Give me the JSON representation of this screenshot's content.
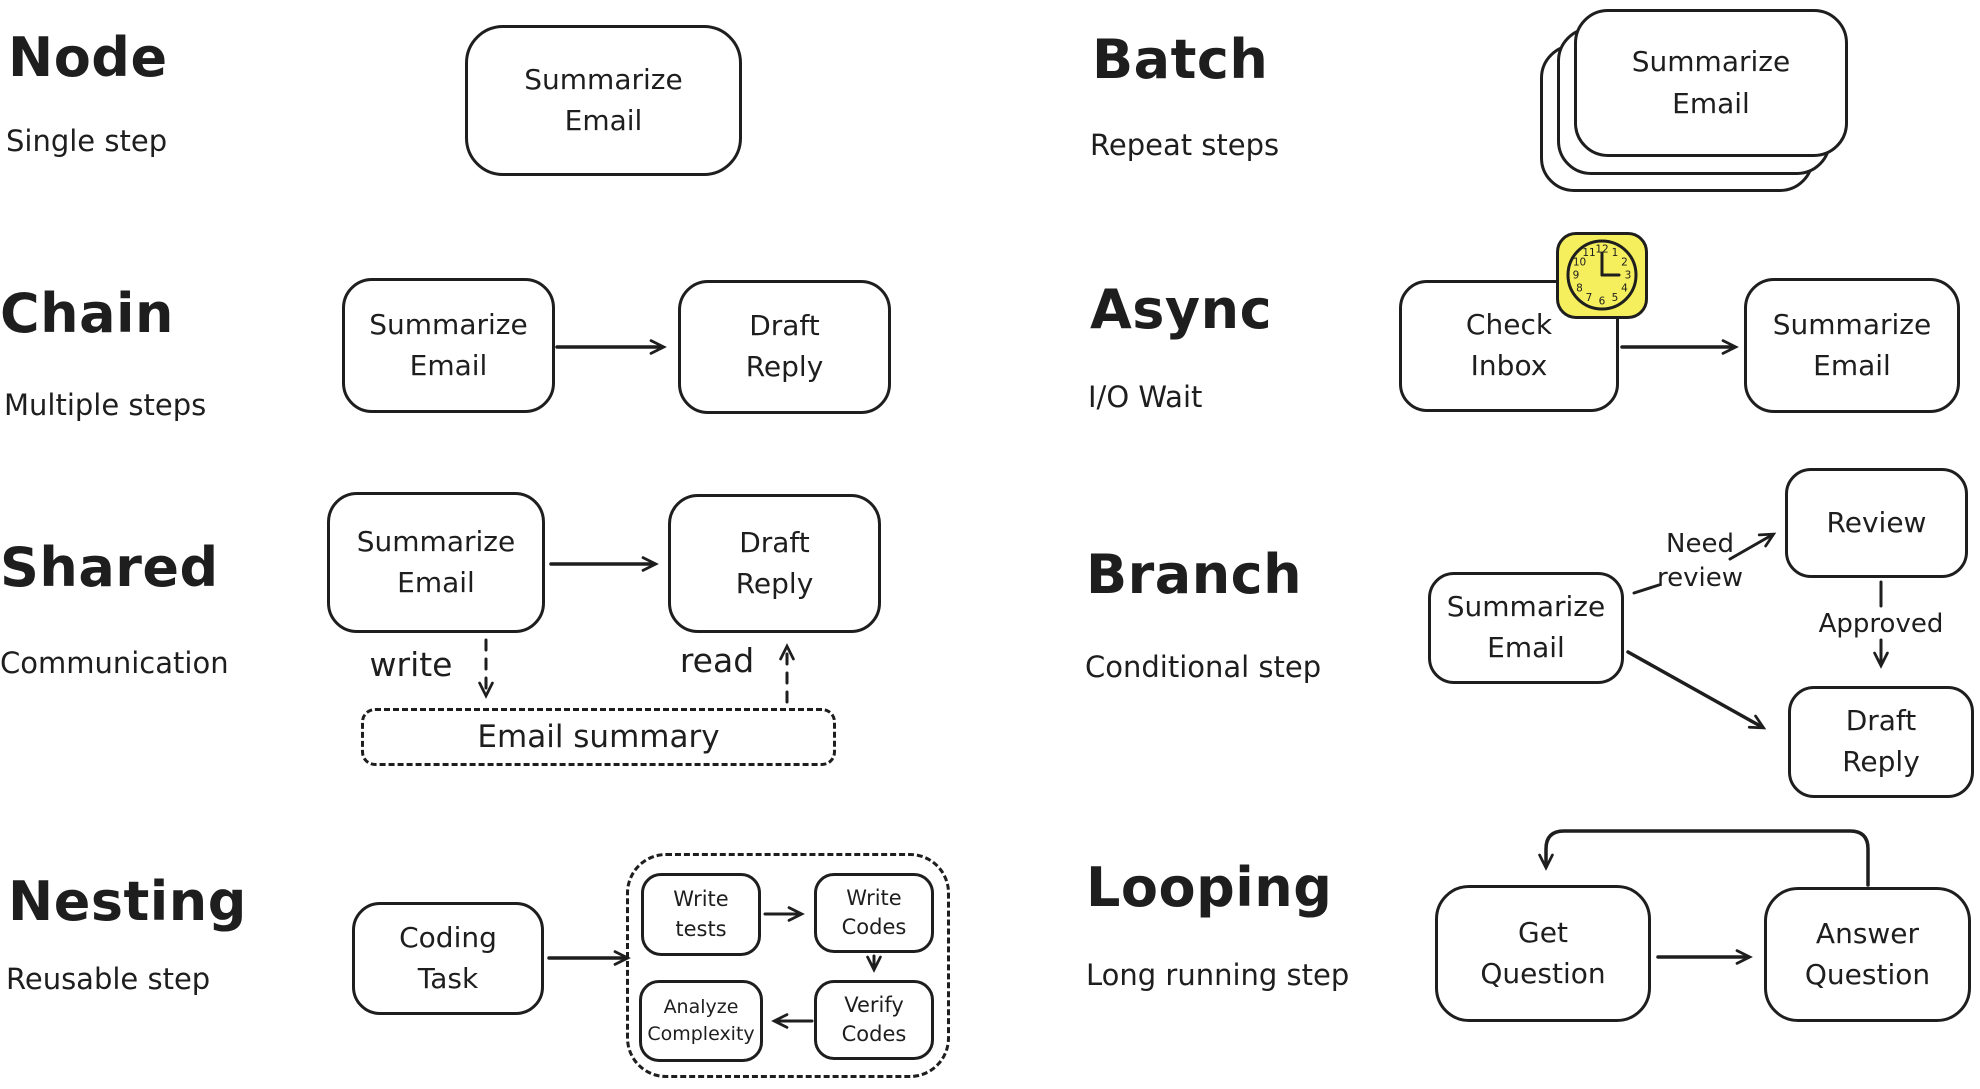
{
  "canvas": {
    "background": "#ffffff",
    "ink": "#1e1e1e"
  },
  "node": {
    "title": "Node",
    "subtitle": "Single step",
    "box1": "Summarize\nEmail"
  },
  "chain": {
    "title": "Chain",
    "subtitle": "Multiple steps",
    "box1": "Summarize\nEmail",
    "box2": "Draft\nReply"
  },
  "shared": {
    "title": "Shared",
    "subtitle": "Communication",
    "box1": "Summarize\nEmail",
    "box2": "Draft\nReply",
    "store": "Email summary",
    "write_label": "write",
    "read_label": "read"
  },
  "nesting": {
    "title": "Nesting",
    "subtitle": "Reusable step",
    "box1": "Coding\nTask",
    "sub1": "Write\ntests",
    "sub2": "Write\nCodes",
    "sub3": "Verify\nCodes",
    "sub4": "Analyze\nComplexity"
  },
  "batch": {
    "title": "Batch",
    "subtitle": "Repeat steps",
    "box1": "Summarize\nEmail"
  },
  "async": {
    "title": "Async",
    "subtitle": "I/O Wait",
    "box1": "Check\nInbox",
    "box2": "Summarize\nEmail",
    "clock": {
      "color": "#f6ef5d",
      "time": "3:00",
      "numbers": [
        "12",
        "1",
        "2",
        "3",
        "4",
        "5",
        "6",
        "7",
        "8",
        "9",
        "10",
        "11"
      ]
    }
  },
  "branch": {
    "title": "Branch",
    "subtitle": "Conditional step",
    "box1": "Summarize\nEmail",
    "box2": "Review",
    "box3": "Draft\nReply",
    "label_need": "Need\nreview",
    "label_approved": "Approved"
  },
  "looping": {
    "title": "Looping",
    "subtitle": "Long running step",
    "box1": "Get\nQuestion",
    "box2": "Answer\nQuestion"
  }
}
